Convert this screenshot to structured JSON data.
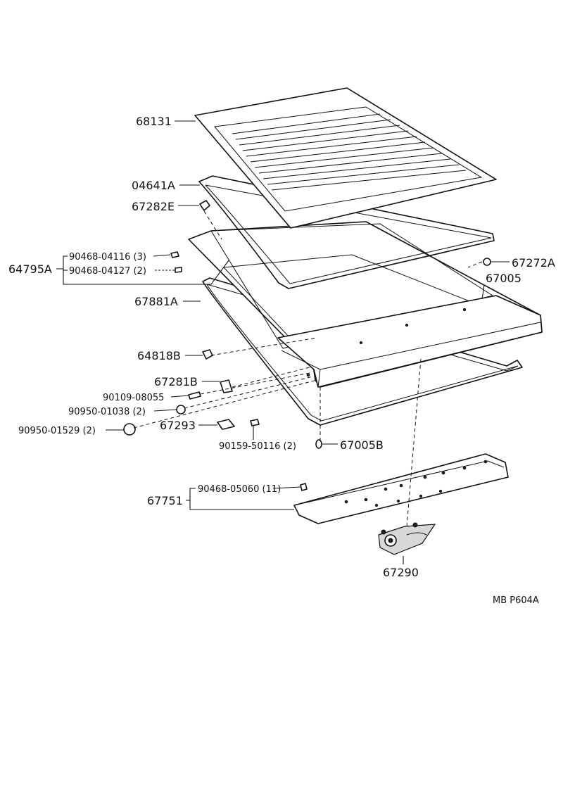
{
  "diagram": {
    "labels": {
      "p68131": "68131",
      "p04641A": "04641A",
      "p67282E": "67282E",
      "p64795A": "64795A",
      "p90468_04116": "90468-04116 (3)",
      "p90468_04127": "90468-04127 (2)",
      "p67881A": "67881A",
      "p67272A": "67272A",
      "p67005": "67005",
      "p64818B": "64818B",
      "p67281B": "67281B",
      "p90109_08055": "90109-08055",
      "p90950_01038": "90950-01038 (2)",
      "p90950_01529": "90950-01529 (2)",
      "p67293": "67293",
      "p90159_50116": "90159-50116 (2)",
      "p67005B": "67005B",
      "p90468_05060": "90468-05060 (11)",
      "p67751": "67751",
      "p67290": "67290"
    },
    "code": "MB  P604A"
  }
}
